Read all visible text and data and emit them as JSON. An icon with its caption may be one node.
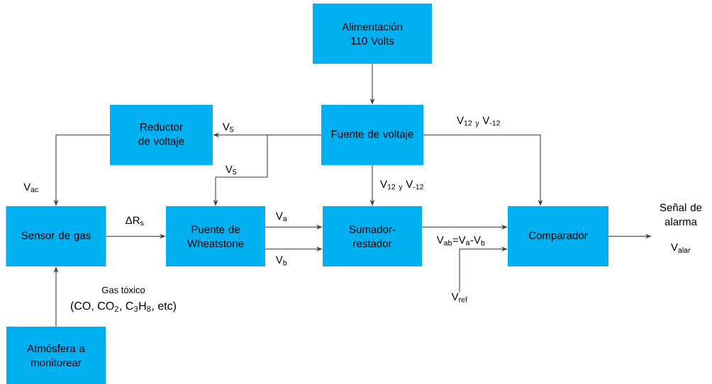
{
  "diagram": {
    "nodes": [
      {
        "text": [
          "Alimentación 110 Volts"
        ]
      },
      {
        "text": [
          "Reductor de voltaje"
        ]
      },
      {
        "text": [
          "Fuente de voltaje"
        ]
      },
      {
        "text": [
          "Sensor de gas"
        ]
      },
      {
        "text": [
          "Puente de Wheatstone"
        ]
      },
      {
        "text": [
          "Sumador-restador"
        ]
      },
      {
        "text": [
          "Comparador"
        ]
      },
      {
        "text": [
          "Atmósfera a monitorear"
        ]
      },
      {
        "text": [
          "V$_{ref}$"
        ]
      },
      {
        "text": [
          "Señal de alarma",
          "V$_{alar}$"
        ]
      }
    ],
    "edges": [
      {
        "from": 0,
        "to": 2,
        "arrow": "to"
      },
      {
        "from": 2,
        "to": 1,
        "arrow": "to",
        "label": "V$_{5}$"
      },
      {
        "from": 2,
        "to": 4,
        "arrow": "to",
        "label": "V$_{5}$"
      },
      {
        "from": 1,
        "to": 3,
        "arrow": "to",
        "label": "V$_{ac}$"
      },
      {
        "from": 2,
        "to": 5,
        "arrow": "to",
        "label": "V$_{12}$ $_{y}$ V$_{-12}$"
      },
      {
        "from": 2,
        "to": 6,
        "arrow": "to",
        "label": "V$_{12}$ $_{y}$ V$_{-12}$"
      },
      {
        "from": 3,
        "to": 4,
        "arrow": "to",
        "label": "ΔR$_{s}$"
      },
      {
        "from": 4,
        "to": 5,
        "arrow": "to",
        "label": "V$_{a}$"
      },
      {
        "from": 4,
        "to": 5,
        "arrow": "to",
        "label": "V$_{b}$"
      },
      {
        "from": 5,
        "to": 6,
        "arrow": "to",
        "label": "V$_{ab}$=V$_{a}$-V$_{b}$"
      },
      {
        "from": 8,
        "to": 6,
        "arrow": "to"
      },
      {
        "from": 6,
        "to": 9,
        "arrow": "to"
      },
      {
        "from": 7,
        "to": 3,
        "arrow": "to",
        "label": "Gas tóxico"
      }
    ],
    "labels": [
      "(CO, CO$_{2}$, C$_{3}$H$_{8}$, etc)"
    ]
  }
}
